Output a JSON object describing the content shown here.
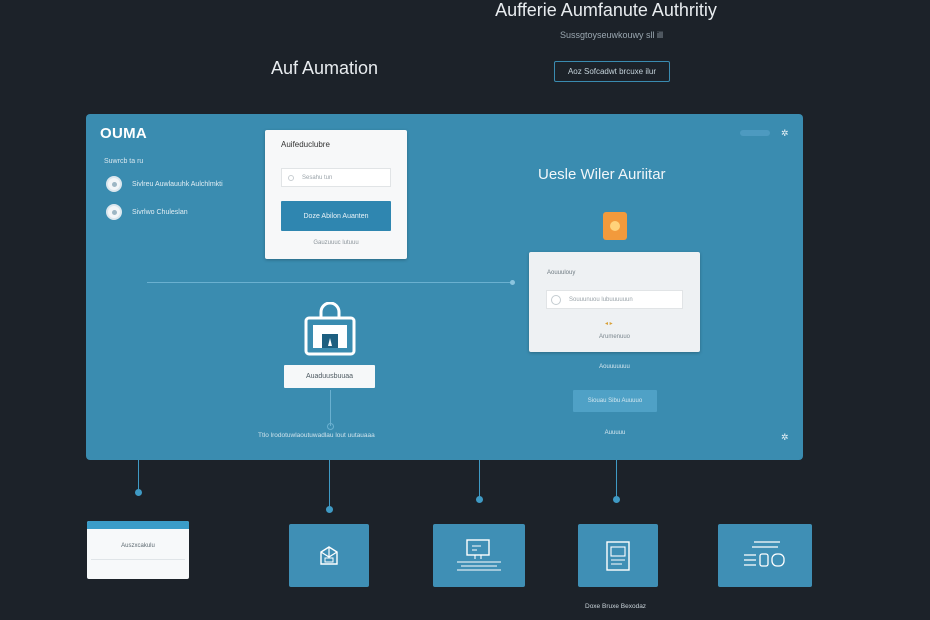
{
  "hero": {
    "title": "Aufferie Aumfanute Authritiy",
    "subtitle": "Sussgtoyseuwkouwy sll ill",
    "button": "Aoz Sofcadwt brcuxe ilur",
    "left_title": "Auf Aumation"
  },
  "app": {
    "logo": "OUMA",
    "sidebar_heading": "Suwrcb ta ru",
    "sidebar_items": [
      {
        "label": "Sivlreu Auwlauuhk Aulchlmkti"
      },
      {
        "label": "Sivrlwo Chuleslan"
      }
    ]
  },
  "login_card": {
    "title": "Auifeduclubre",
    "input_placeholder": "Sesahu tun",
    "button": "Doze Abilon Auanten",
    "footer": "Gauzuuuc lutuuu"
  },
  "lock_widget": {
    "icon": "lock-icon",
    "button": "Auaduusbuuaa",
    "caption": "Ttlo lrodotuwlaoutuwadlau lout uutauaaa"
  },
  "right_panel": {
    "title": "Uesle Wiler Auriitar",
    "icon": "user-icon",
    "field_label": "Aouuulouy",
    "input_placeholder": "Souuunuou lubuuuuuun",
    "link": "Arumenuuo",
    "small_text": "Aouuuuuuu",
    "button": "Siouau Sibu Auuuuo",
    "footer": "Auuuuu"
  },
  "tiles": [
    {
      "name": "browser-window",
      "label": "Auszxcakulu",
      "icon": "window-icon"
    },
    {
      "name": "package",
      "label": "",
      "icon": "box-icon"
    },
    {
      "name": "monitor",
      "label": "",
      "icon": "monitor-icon"
    },
    {
      "name": "document",
      "label": "",
      "icon": "document-icon"
    },
    {
      "name": "list",
      "label": "",
      "icon": "list-icon"
    }
  ],
  "tiles_caption": "Doxe Bruxe Bexodaz",
  "colors": {
    "background": "#1c2229",
    "panel": "#3a8cb0",
    "accent": "#2f86b0",
    "user_icon": "#f29a3c"
  }
}
